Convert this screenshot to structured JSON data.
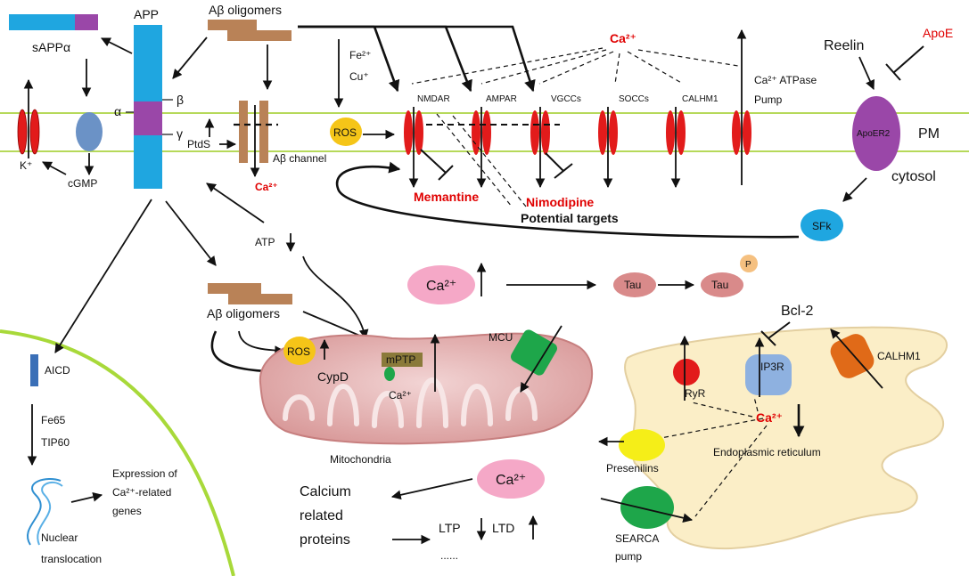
{
  "membrane": {
    "app": "APP",
    "s_app_alpha": "sAPPα",
    "alpha": "α",
    "beta": "β",
    "gamma": "γ",
    "k_ion": "K⁺",
    "cgmp": "cGMP",
    "ab_oligomers_top": "Aβ oligomers",
    "ptds": "PtdS",
    "ab_channel": "Aβ channel",
    "ca_channel": "Ca²⁺",
    "fe": "Fe²⁺",
    "cu": "Cu⁺",
    "ros_top": "ROS",
    "ca_top": "Ca²⁺",
    "nmdar": "NMDAR",
    "ampar": "AMPAR",
    "vgccs": "VGCCs",
    "soccs": "SOCCs",
    "calhm1_pm": "CALHM1",
    "ca_atpase": "Ca²⁺ ATPase",
    "pump": "Pump",
    "memantine": "Memantine",
    "nimodipine": "Nimodipine",
    "potential_targets": "Potential targets",
    "reelin": "Reelin",
    "apoe": "ApoE",
    "apoer2": "ApoER2",
    "pm": "PM",
    "cytosol": "cytosol",
    "sfk": "SFk"
  },
  "cytosol": {
    "atp": "ATP",
    "ab_oligomers_mid": "Aβ oligomers",
    "ca_cyto": "Ca²⁺",
    "tau1": "Tau",
    "tau2": "Tau",
    "phospho": "P",
    "ros_mito": "ROS",
    "cypd": "CypD",
    "mptp": "mPTP",
    "ca_mito": "Ca²⁺",
    "mcu": "MCU",
    "mitochondria": "Mitochondria",
    "ca_lower": "Ca²⁺",
    "calcium_related": "Calcium",
    "calcium_related2": "related",
    "calcium_related3": "proteins",
    "ltp": "LTP",
    "ltd": "LTD",
    "ellipsis": "......"
  },
  "er": {
    "bcl2": "Bcl-2",
    "ryr": "RyR",
    "ip3r": "IP3R",
    "calhm1_er": "CALHM1",
    "ca_er": "Ca²⁺",
    "presenilins": "Presenilins",
    "endoplasmic": "Endoplasmic reticulum",
    "searca": "SEARCA",
    "searca_pump": "pump"
  },
  "nucleus": {
    "aicd": "AICD",
    "fe65": "Fe65",
    "tip60": "TIP60",
    "expression": "Expression of",
    "expression2": "Ca²⁺-related",
    "expression3": "genes",
    "nuclear": "Nuclear",
    "translocation": "translocation"
  }
}
